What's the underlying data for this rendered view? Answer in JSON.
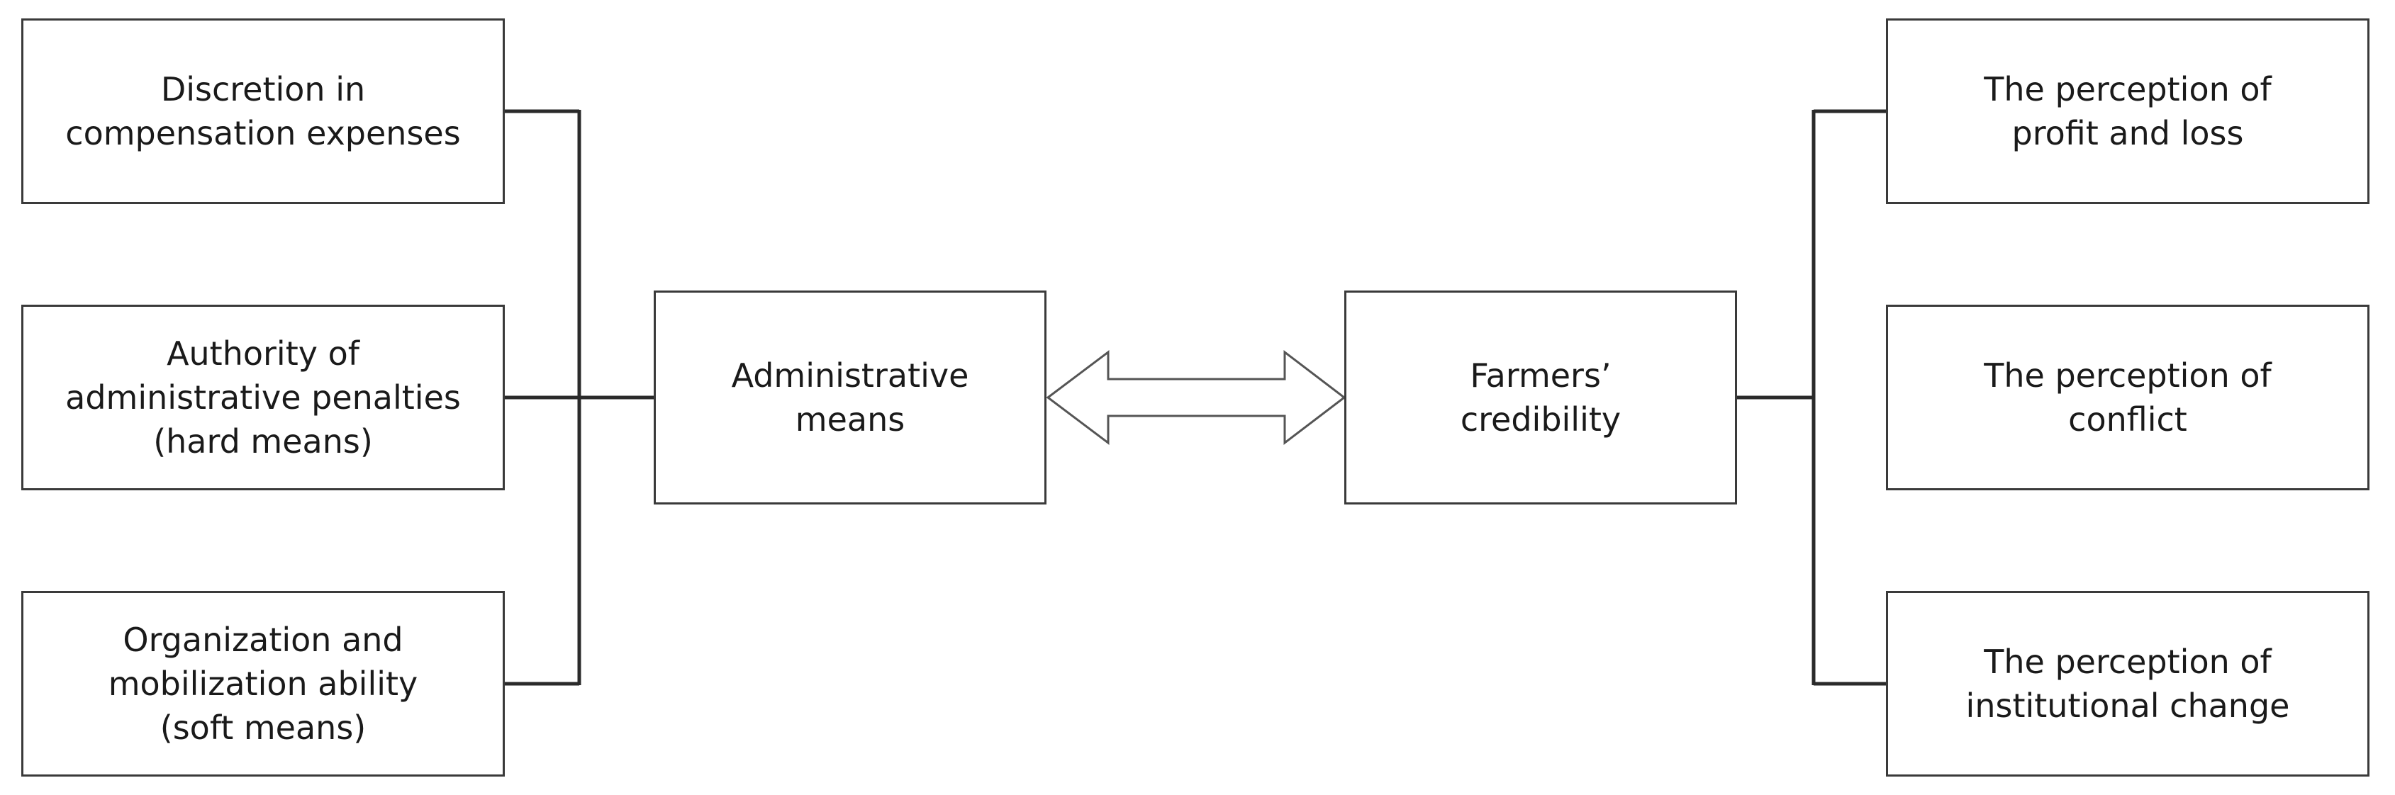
{
  "diagram": {
    "left_factors": [
      {
        "label": "Discretion in\ncompensation expenses"
      },
      {
        "label": "Authority of\nadministrative penalties\n(hard means)"
      },
      {
        "label": "Organization and\nmobilization ability\n(soft means)"
      }
    ],
    "center_left": {
      "label": "Administrative\nmeans"
    },
    "center_right": {
      "label": "Farmers’\ncredibility"
    },
    "right_factors": [
      {
        "label": "The perception of\nprofit and loss"
      },
      {
        "label": "The perception of\nconflict"
      },
      {
        "label": "The perception of\ninstitutional change"
      }
    ]
  }
}
